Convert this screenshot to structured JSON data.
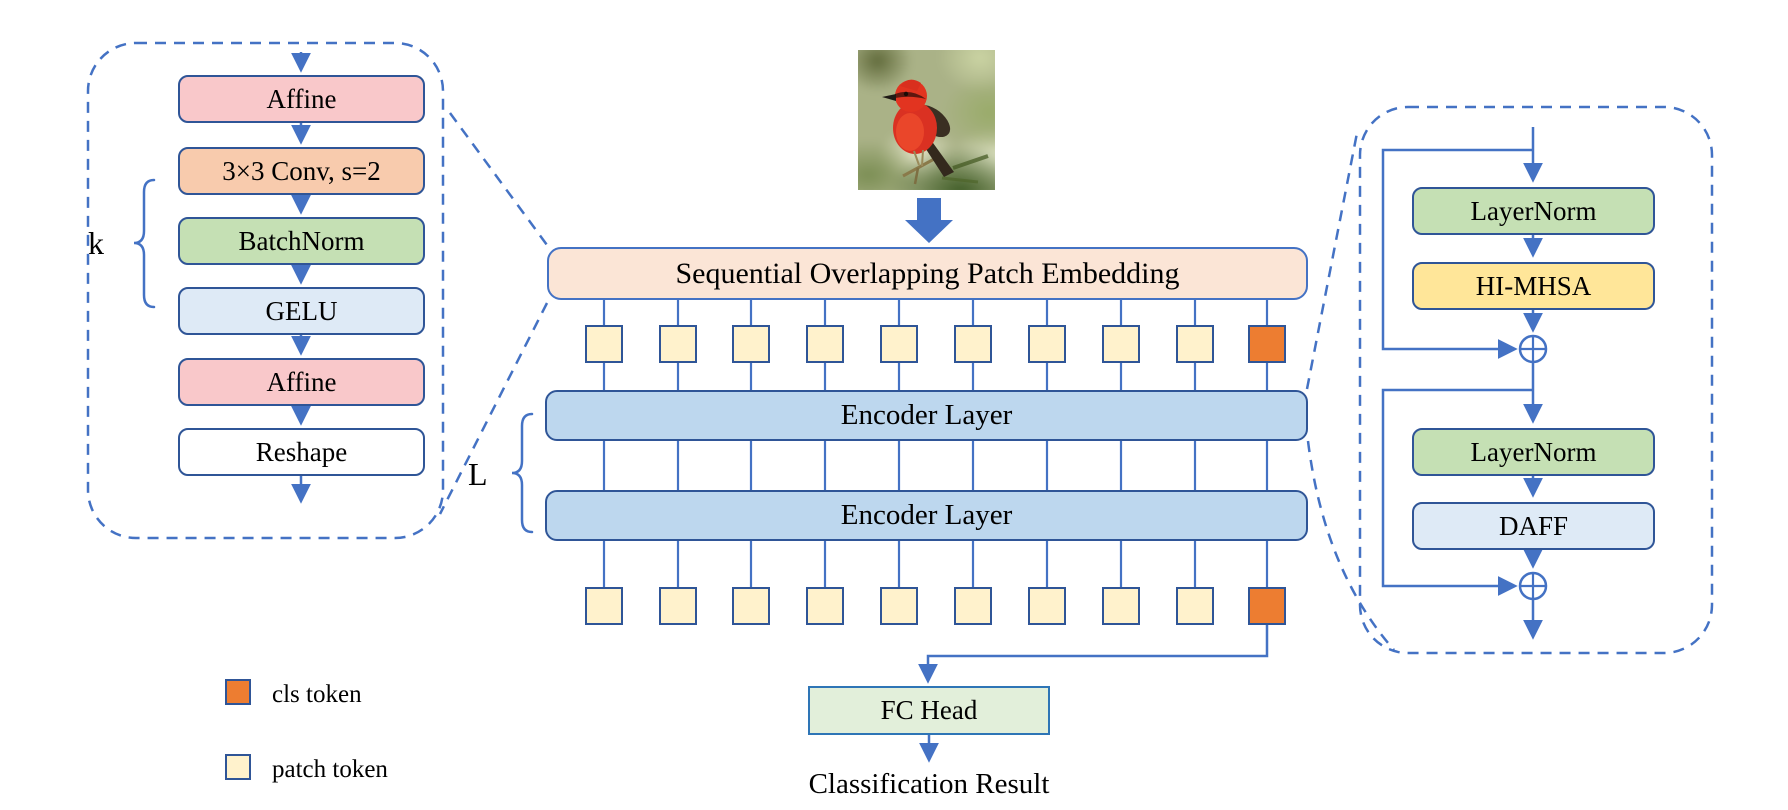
{
  "figure": {
    "type": "neural-network-architecture-diagram",
    "output_label": "Classification Result"
  },
  "palette": {
    "line_blue": "#4472C4",
    "dark_border": "#2F5597",
    "embed_bar_fill": "#FBE5D6",
    "encoder_fill": "#BDD7EE",
    "affine_fill": "#F9C8CA",
    "conv_fill": "#F8CBAD",
    "norm_green_fill": "#C5E0B4",
    "pale_blue_fill": "#DEEAF6",
    "mhsa_yellow_fill": "#FFE699",
    "fc_head_fill": "#E2EFDA",
    "fc_head_border": "#2E75B6",
    "cls_token_fill": "#ED7D31",
    "patch_token_fill": "#FFF2CC"
  },
  "left_box": {
    "multiplier_label": "k",
    "blocks": [
      {
        "label": "Affine",
        "fill": "#F9C8CA"
      },
      {
        "label": "3×3 Conv, s=2",
        "fill": "#F8CBAD"
      },
      {
        "label": "BatchNorm",
        "fill": "#C5E0B4"
      },
      {
        "label": "GELU",
        "fill": "#DEEAF6"
      },
      {
        "label": "Affine",
        "fill": "#F9C8CA"
      },
      {
        "label": "Reshape",
        "fill": "#FFFFFF"
      }
    ]
  },
  "main": {
    "patch_embedding_label": "Sequential Overlapping Patch Embedding",
    "encoder_layers": [
      {
        "label": "Encoder Layer"
      },
      {
        "label": "Encoder Layer"
      }
    ],
    "depth_label": "L",
    "fc_head_label": "FC Head",
    "output_label": "Classification Result",
    "patch_tokens_per_row": 9,
    "cls_tokens_per_row": 1,
    "token_rows": 2
  },
  "right_box": {
    "blocks": [
      {
        "label": "LayerNorm",
        "fill": "#C5E0B4"
      },
      {
        "label": "HI-MHSA",
        "fill": "#FFE699"
      },
      {
        "label": "LayerNorm",
        "fill": "#C5E0B4"
      },
      {
        "label": "DAFF",
        "fill": "#DEEAF6"
      }
    ]
  },
  "legend": {
    "items": [
      {
        "label": "cls token",
        "color": "#ED7D31"
      },
      {
        "label": "patch token",
        "color": "#FFF2CC"
      }
    ]
  }
}
